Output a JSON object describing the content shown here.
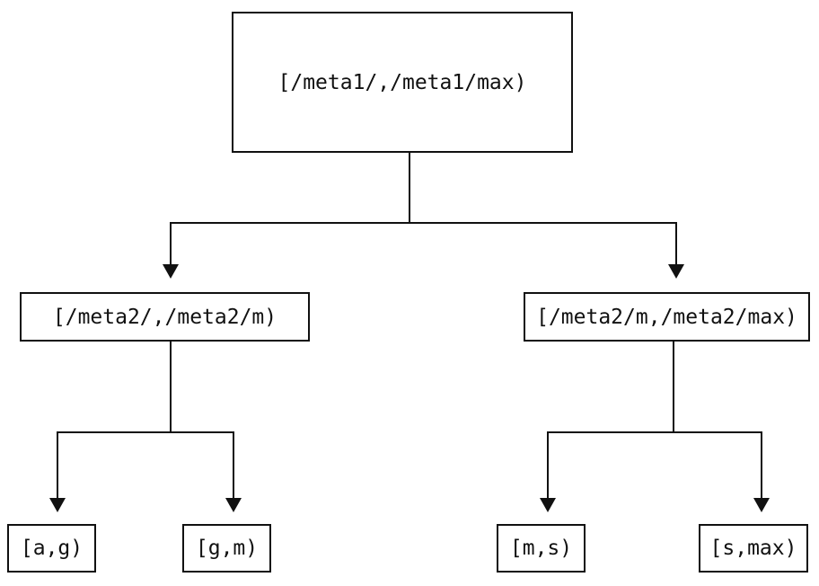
{
  "diagram": {
    "type": "binary-range-partition-tree",
    "colors": {
      "background": "#ffffff",
      "line": "#111111",
      "text": "#111111"
    },
    "nodes": {
      "root": {
        "label": "[/meta1/,/meta1/max)"
      },
      "mid_left": {
        "label": "[/meta2/,/meta2/m)"
      },
      "mid_right": {
        "label": "[/meta2/m,/meta2/max)"
      },
      "leaf_ag": {
        "label": "[a,g)"
      },
      "leaf_gm": {
        "label": "[g,m)"
      },
      "leaf_ms": {
        "label": "[m,s)"
      },
      "leaf_smax": {
        "label": "[s,max)"
      }
    },
    "edges": [
      {
        "from": "root",
        "to": "mid_left"
      },
      {
        "from": "root",
        "to": "mid_right"
      },
      {
        "from": "mid_left",
        "to": "leaf_ag"
      },
      {
        "from": "mid_left",
        "to": "leaf_gm"
      },
      {
        "from": "mid_right",
        "to": "leaf_ms"
      },
      {
        "from": "mid_right",
        "to": "leaf_smax"
      }
    ]
  }
}
